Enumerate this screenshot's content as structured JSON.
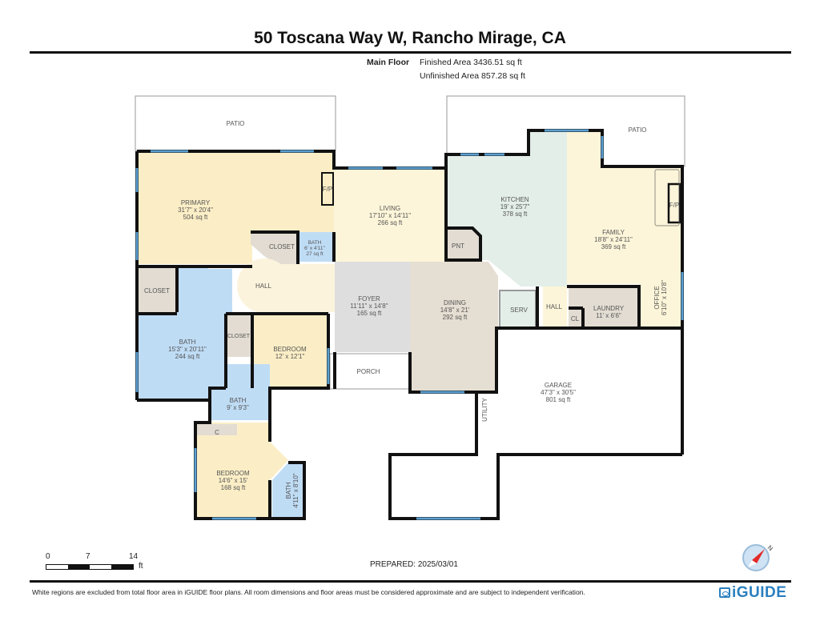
{
  "header": {
    "title": "50 Toscana Way W, Rancho Mirage, CA",
    "floor_name": "Main Floor",
    "finished_area": "Finished Area 3436.51 sq ft",
    "unfinished_area": "Unfinished Area 857.28 sq ft"
  },
  "colors": {
    "primary_bedroom": "#fbeec6",
    "living": "#fdf5d9",
    "bath": "#bfdcf5",
    "closet": "#e2dcd2",
    "hall": "#fbf3dc",
    "foyer": "#dedede",
    "dining": "#e5ded2",
    "kitchen": "#e3eee8",
    "family": "#fdf5d9",
    "laundry": "#e2dcd2",
    "serv": "#e3eee8",
    "window": "#5b9fd0",
    "wall": "#111111",
    "brand": "#2a7fbf",
    "compass_red": "#e32a2a"
  },
  "rooms": {
    "patio_left": {
      "name": "PATIO"
    },
    "patio_right": {
      "name": "PATIO"
    },
    "primary": {
      "name": "PRIMARY",
      "dims": "31'7\" x 20'4\"",
      "area": "504 sq ft"
    },
    "fp_left": {
      "name": "F/P"
    },
    "living": {
      "name": "LIVING",
      "dims": "17'10\" x 14'11\"",
      "area": "266 sq ft"
    },
    "kitchen": {
      "name": "KITCHEN",
      "dims": "19' x 25'7\"",
      "area": "378 sq ft"
    },
    "family": {
      "name": "FAMILY",
      "dims": "18'8\" x 24'11\"",
      "area": "369 sq ft"
    },
    "fp_right": {
      "name": "F/P"
    },
    "pnt": {
      "name": "PNT"
    },
    "closet_primary": {
      "name": "CLOSET"
    },
    "bath_small": {
      "name": "BATH",
      "dims": "6' x 4'11\"",
      "area": "27 sq ft"
    },
    "closet_left": {
      "name": "CLOSET"
    },
    "hall_round": {
      "name": "HALL"
    },
    "foyer": {
      "name": "FOYER",
      "dims": "11'11\" x 14'8\"",
      "area": "165 sq ft"
    },
    "dining": {
      "name": "DINING",
      "dims": "14'8\" x 21'",
      "area": "292 sq ft"
    },
    "serv": {
      "name": "SERV"
    },
    "hall_service": {
      "name": "HALL"
    },
    "laundry": {
      "name": "LAUNDRY",
      "dims": "11' x 6'6\""
    },
    "cl": {
      "name": "CL"
    },
    "office": {
      "name": "OFFICE",
      "dims": "6'10\" x 10'8\""
    },
    "bath_primary": {
      "name": "BATH",
      "dims": "15'3\" x 20'11\"",
      "area": "244 sq ft"
    },
    "closet_mid": {
      "name": "CLOSET"
    },
    "bedroom_1": {
      "name": "BEDROOM",
      "dims": "12' x 12'1\""
    },
    "porch": {
      "name": "PORCH"
    },
    "garage": {
      "name": "GARAGE",
      "dims": "47'3\" x 30'5\"",
      "area": "801 sq ft"
    },
    "utility": {
      "name": "UTILITY"
    },
    "bath_2": {
      "name": "BATH",
      "dims": "9' x 9'3\""
    },
    "c": {
      "name": "C"
    },
    "bedroom_2": {
      "name": "BEDROOM",
      "dims": "14'6\" x 15'",
      "area": "168 sq ft"
    },
    "bath_3": {
      "name": "BATH",
      "dims": "4'11\" x 8'10\""
    }
  },
  "scale_bar": {
    "ticks": [
      "0",
      "7",
      "14"
    ],
    "unit": "ft"
  },
  "footer": {
    "prepared": "PREPARED: 2025/03/01",
    "disclaimer": "White regions are excluded from total floor area in iGUIDE floor plans. All room dimensions and floor areas must be considered approximate and are subject to independent verification.",
    "brand": "iGUIDE",
    "compass_label": "N"
  }
}
